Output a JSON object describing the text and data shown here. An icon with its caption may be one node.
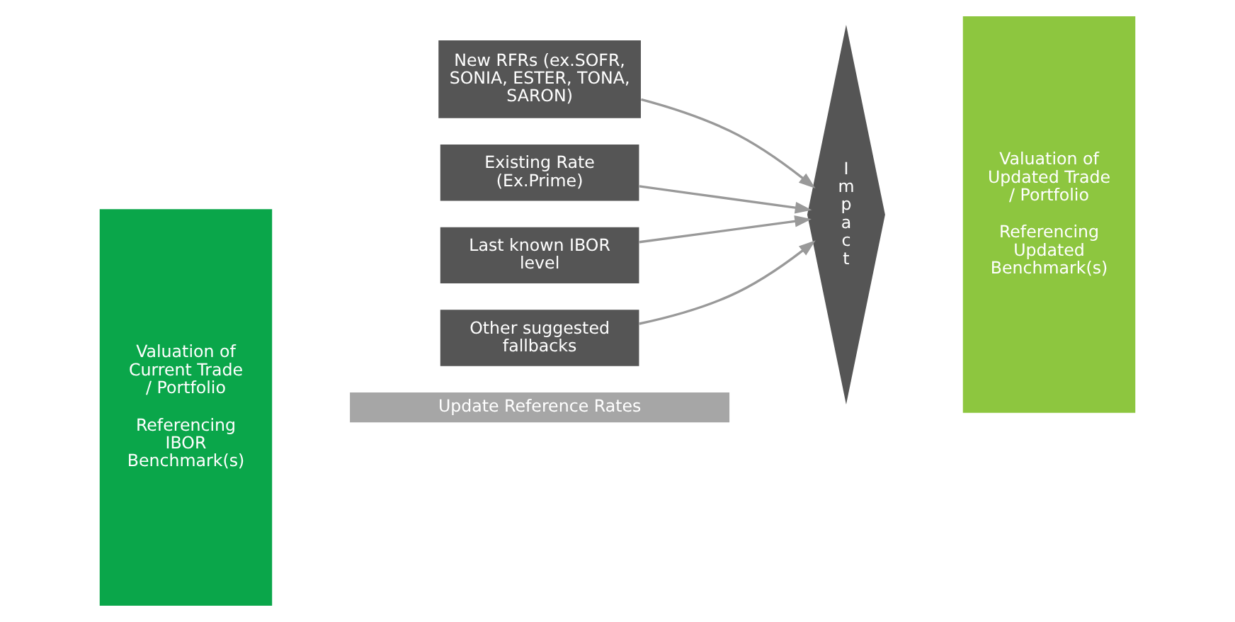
{
  "diagram": {
    "nodes": [
      {
        "text": [
          "Valuation of Current Trade / Portfolio",
          "Referencing IBOR Benchmark(s)"
        ]
      },
      {
        "text": [
          "Update Reference Rates"
        ]
      },
      {
        "text": [
          "New RFRs (ex.SOFR, SONIA, ESTER, TONA, SARON)"
        ]
      },
      {
        "text": [
          "Existing Rate (Ex.Prime)"
        ]
      },
      {
        "text": [
          "Last known IBOR level"
        ]
      },
      {
        "text": [
          "Other suggested fallbacks"
        ]
      },
      {
        "text": [
          "Impact"
        ]
      },
      {
        "text": [
          "Valuation of Updated Trade / Portfolio",
          "Referencing Updated Benchmark(s)"
        ]
      }
    ],
    "edges": [
      {
        "from": 2,
        "to": 6,
        "arrow": "to"
      },
      {
        "from": 3,
        "to": 6,
        "arrow": "to"
      },
      {
        "from": 4,
        "to": 6,
        "arrow": "to"
      },
      {
        "from": 5,
        "to": 6,
        "arrow": "to"
      }
    ]
  }
}
